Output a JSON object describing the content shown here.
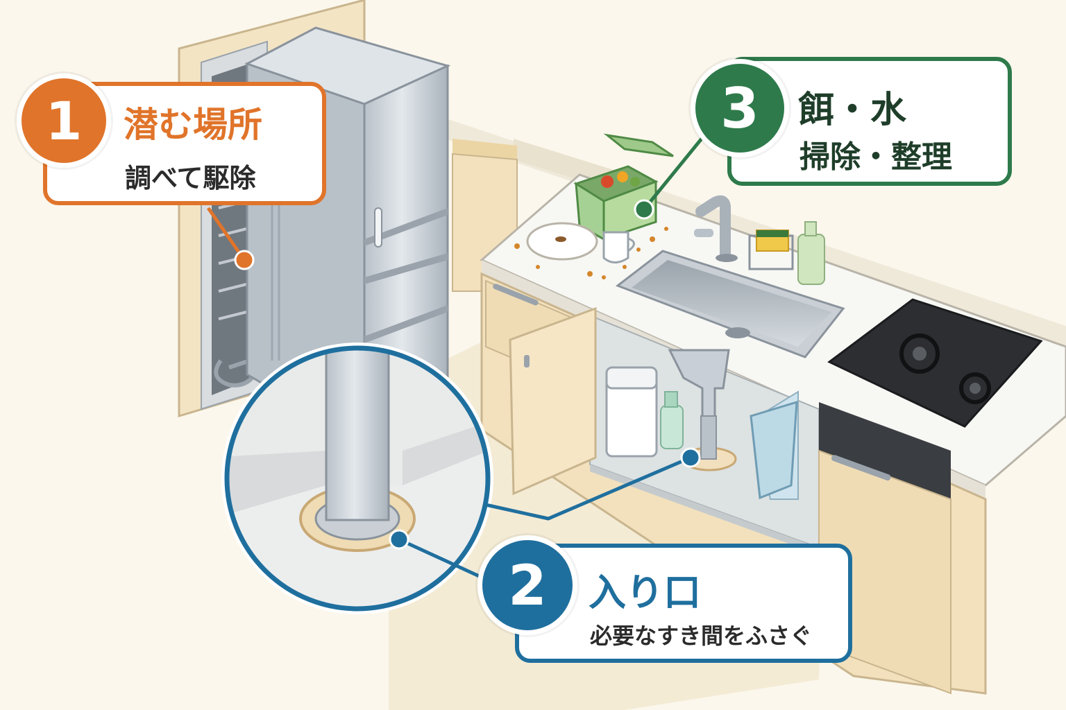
{
  "callouts": [
    {
      "number": "1",
      "title": "潜む場所",
      "subtitle": "調べて駆除",
      "color": "#e0742a"
    },
    {
      "number": "2",
      "title": "入り口",
      "subtitle": "必要なすき間をふさぐ",
      "color": "#1f6f9e"
    },
    {
      "number": "3",
      "title": "餌・水",
      "subtitle": "掃除・整理",
      "color": "#2e7a4b"
    }
  ],
  "colors": {
    "background": "#fbf7ec",
    "cabinet": "#f3e1bd",
    "countertop": "#f7f7f4",
    "steel": "#c8cfd6",
    "stove": "#2c2e32",
    "floor": "#f1e5cc"
  },
  "icons": {
    "refrigerator": "refrigerator-icon",
    "sink": "sink-icon",
    "faucet": "faucet-icon",
    "stove": "gas-stove-icon",
    "compost_bin": "compost-bin-icon",
    "drain_pipe": "drain-pipe-icon",
    "trash_can": "trash-can-icon",
    "spray_bottle": "spray-bottle-icon",
    "magnifier": "magnifier-inset-icon"
  }
}
